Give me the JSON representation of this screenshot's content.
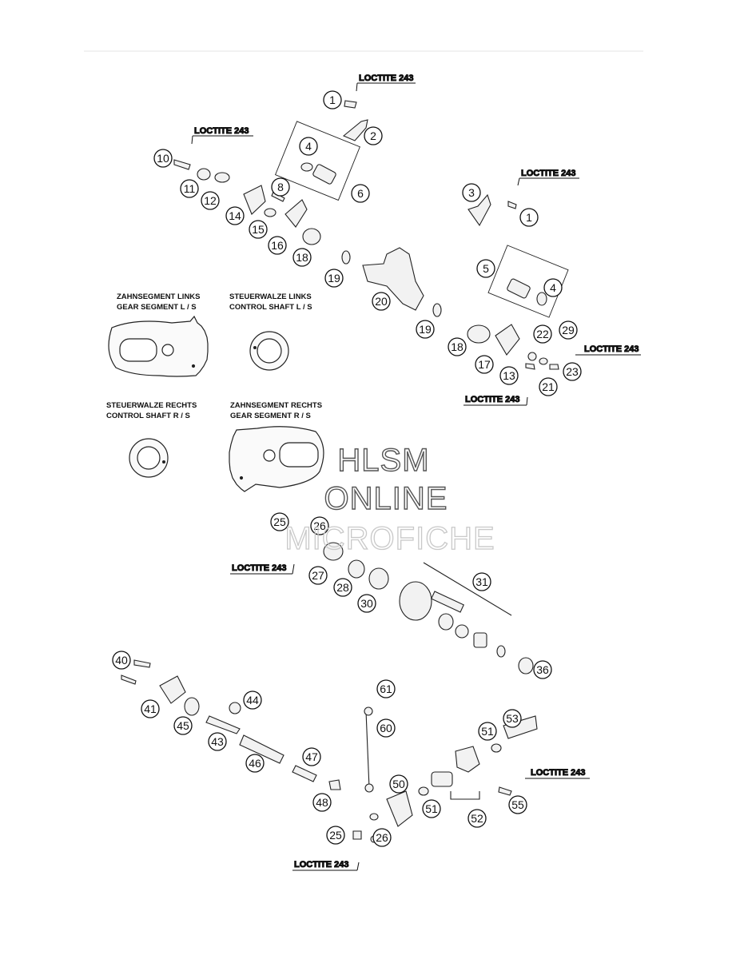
{
  "callouts": [
    {
      "n": "1"
    },
    {
      "n": "2"
    },
    {
      "n": "4"
    },
    {
      "n": "6"
    },
    {
      "n": "10"
    },
    {
      "n": "11"
    },
    {
      "n": "12"
    },
    {
      "n": "14"
    },
    {
      "n": "8"
    },
    {
      "n": "15"
    },
    {
      "n": "16"
    },
    {
      "n": "18"
    },
    {
      "n": "3"
    },
    {
      "n": "1"
    },
    {
      "n": "5"
    },
    {
      "n": "4"
    },
    {
      "n": "19"
    },
    {
      "n": "20"
    },
    {
      "n": "19"
    },
    {
      "n": "18"
    },
    {
      "n": "22"
    },
    {
      "n": "29"
    },
    {
      "n": "17"
    },
    {
      "n": "13"
    },
    {
      "n": "23"
    },
    {
      "n": "21"
    },
    {
      "n": "25"
    },
    {
      "n": "26"
    },
    {
      "n": "27"
    },
    {
      "n": "28"
    },
    {
      "n": "30"
    },
    {
      "n": "31"
    },
    {
      "n": "36"
    },
    {
      "n": "40"
    },
    {
      "n": "41"
    },
    {
      "n": "45"
    },
    {
      "n": "44"
    },
    {
      "n": "43"
    },
    {
      "n": "46"
    },
    {
      "n": "47"
    },
    {
      "n": "48"
    },
    {
      "n": "61"
    },
    {
      "n": "60"
    },
    {
      "n": "50"
    },
    {
      "n": "53"
    },
    {
      "n": "51"
    },
    {
      "n": "51"
    },
    {
      "n": "52"
    },
    {
      "n": "55"
    },
    {
      "n": "25"
    },
    {
      "n": "26"
    }
  ],
  "loctite_labels": [
    "LOCTITE 243",
    "LOCTITE 243",
    "LOCTITE 243",
    "LOCTITE 243",
    "LOCTITE 243",
    "LOCTITE 243",
    "LOCTITE 243",
    "LOCTITE 243"
  ],
  "inset_captions": [
    {
      "line1": "ZAHNSEGMENT LINKS",
      "line2": "GEAR SEGMENT L / S"
    },
    {
      "line1": "STEUERWALZE LINKS",
      "line2": "CONTROL SHAFT L / S"
    },
    {
      "line1": "STEUERWALZE RECHTS",
      "line2": "CONTROL SHAFT R / S"
    },
    {
      "line1": "ZAHNSEGMENT RECHTS",
      "line2": "GEAR SEGMENT R / S"
    }
  ],
  "watermark": {
    "line1": "HLSM",
    "line2": "ONLINE",
    "line3": "MICROFICHE"
  }
}
